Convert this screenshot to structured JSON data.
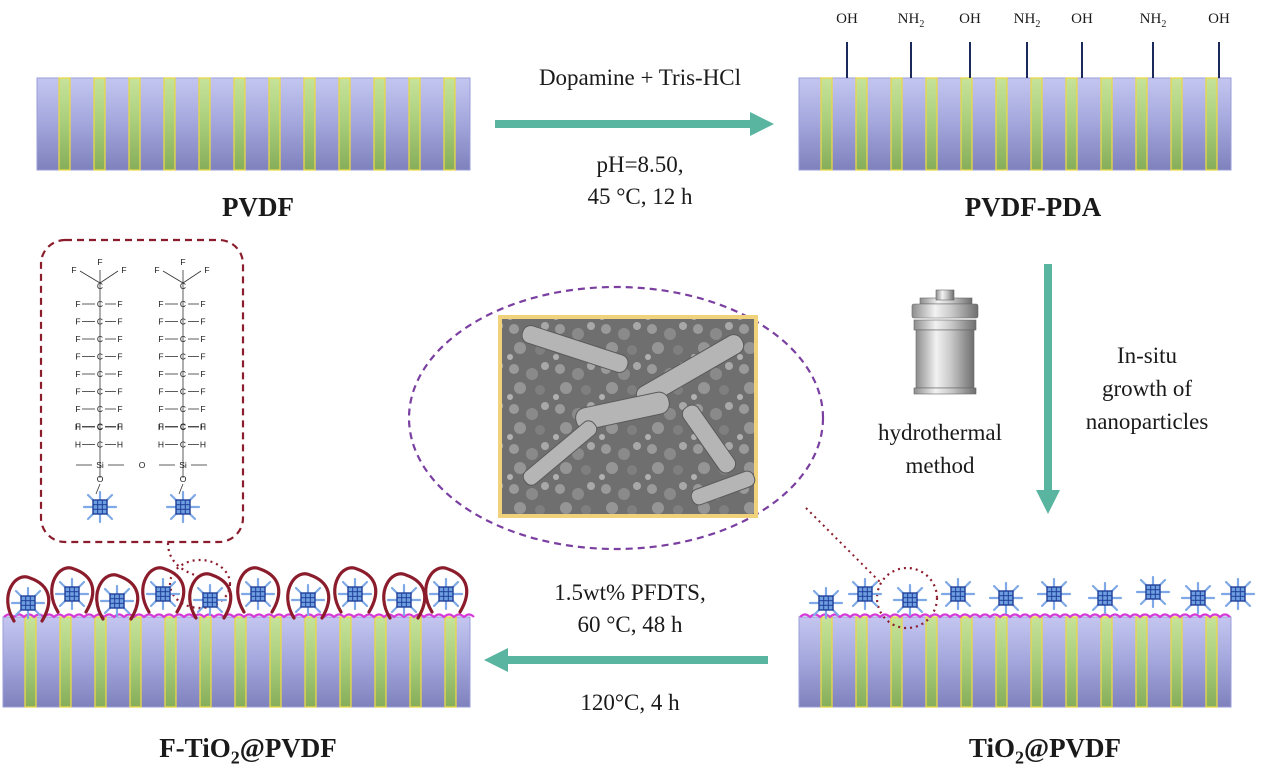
{
  "membranes": {
    "pvdf": "PVDF",
    "pvdf_pda": "PVDF-PDA",
    "tio2_pvdf": {
      "pre": "TiO",
      "sub": "2",
      "post": "@PVDF"
    },
    "f_tio2_pvdf": {
      "pre": "F-TiO",
      "sub": "2",
      "post": "@PVDF"
    }
  },
  "steps": {
    "step1": {
      "reagent": "Dopamine + Tris-HCl",
      "cond1": "pH=8.50,",
      "cond2": "45 °C, 12 h"
    },
    "step2": {
      "line1": "In-situ",
      "line2": "growth of",
      "line3": "nanoparticles",
      "method1": "hydrothermal",
      "method2": "method"
    },
    "step3": {
      "line1": "1.5wt% PFDTS,",
      "line2": "60 °C, 48 h",
      "line3": "120°C, 4 h"
    }
  },
  "surface_groups": [
    "OH",
    "NH2",
    "OH",
    "NH2",
    "OH",
    "NH2",
    "OH"
  ],
  "chemical_structure": {
    "fluorine": "F",
    "carbon": "C",
    "hydrogen": "H",
    "silicon": "Si",
    "oxygen": "O"
  },
  "colors": {
    "membrane_fill": "#a3a6dc",
    "pore_fill": "#a8cd7a",
    "arrow": "#5ab5a0",
    "nanoparticle": "#6f9fe0",
    "pda_wave": "#d638d8",
    "pfdts_coating": "#8b1c2c",
    "sem_zoom_outline": "#7a3fa0"
  }
}
